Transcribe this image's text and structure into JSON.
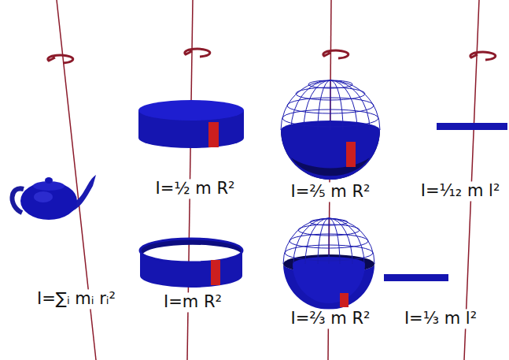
{
  "diagram": {
    "labels": [
      "I=½ m R²",
      "I=⅖ m R²",
      "I=¹⁄₁₂ m l²",
      "I=∑ᵢ mᵢ rᵢ²",
      "I=m R²",
      "I=⅔ m R²",
      "I=⅓ m l²"
    ]
  }
}
